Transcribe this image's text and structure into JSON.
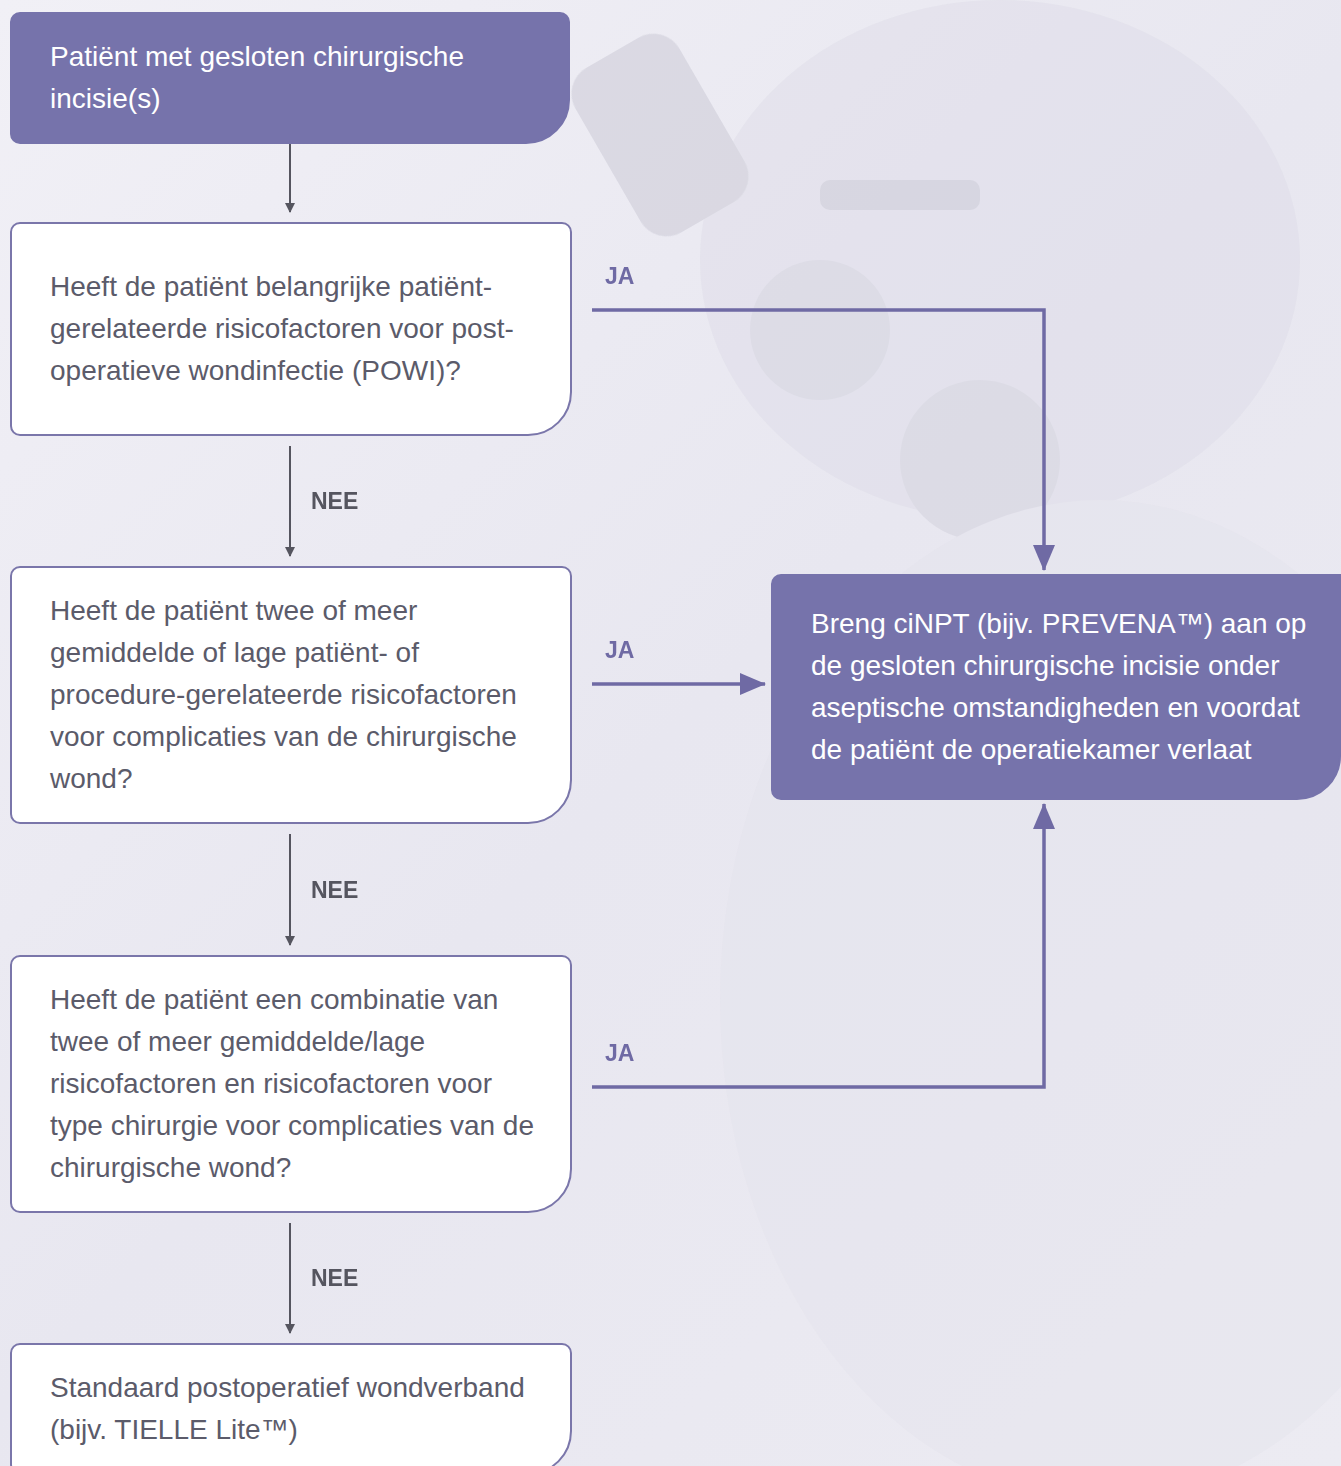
{
  "diagram": {
    "nodes": [
      {
        "text": [
          "Patiënt met gesloten chirurgische incisie(s)"
        ]
      },
      {
        "text": [
          "Heeft de patiënt belangrijke patiënt-gerelateerde risicofactoren voor post-operatieve wondinfectie (POWI)?"
        ]
      },
      {
        "text": [
          "Heeft de patiënt twee of meer gemiddelde of lage patiënt- of procedure-gerelateerde risicofactoren voor complicaties van de chirurgische wond?"
        ]
      },
      {
        "text": [
          "Heeft de patiënt een combinatie van twee of meer gemiddelde/lage risicofactoren en risicofactoren voor type chirurgie voor complicaties van de chirurgische wond?"
        ]
      },
      {
        "text": [
          "Standaard postoperatief wondverband (bijv. TIELLE Lite™)"
        ]
      },
      {
        "text": [
          "Breng ciNPT (bijv. PREVENA™) aan op de gesloten chirurgische incisie onder aseptische omstandigheden en voordat de patiënt de operatiekamer verlaat"
        ]
      }
    ],
    "edges": [
      {
        "from": 0,
        "to": 1,
        "arrow": "to"
      },
      {
        "from": 1,
        "to": 2,
        "label": "NEE",
        "arrow": "to"
      },
      {
        "from": 1,
        "to": 5,
        "label": "JA",
        "arrow": "to"
      },
      {
        "from": 2,
        "to": 3,
        "label": "NEE",
        "arrow": "to"
      },
      {
        "from": 2,
        "to": 5,
        "label": "JA",
        "arrow": "to"
      },
      {
        "from": 3,
        "to": 4,
        "label": "NEE",
        "arrow": "to"
      },
      {
        "from": 3,
        "to": 5,
        "label": "JA",
        "arrow": "to"
      }
    ]
  }
}
